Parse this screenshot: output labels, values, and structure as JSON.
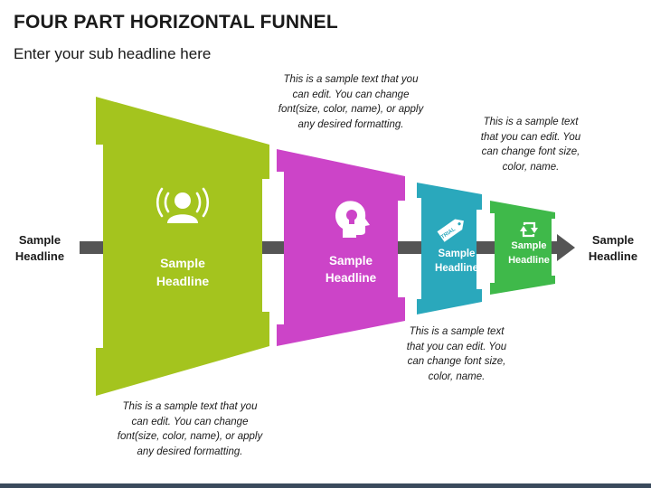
{
  "title": "FOUR PART HORIZONTAL FUNNEL",
  "subtitle": "Enter your sub headline here",
  "left_label": "Sample\nHeadline",
  "right_label": "Sample\nHeadline",
  "stages": [
    {
      "headline": "Sample\nHeadline",
      "color": "#a4c41e",
      "icon": "speaking-person-icon"
    },
    {
      "headline": "Sample\nHeadline",
      "color": "#cc44c8",
      "icon": "head-lightbulb-icon"
    },
    {
      "headline": "Sample\nHeadline",
      "color": "#2aa8bc",
      "icon": "trial-tag-icon",
      "icon_text": "TRIAL"
    },
    {
      "headline": "Sample\nHeadline",
      "color": "#3fb94a",
      "icon": "refresh-arrows-icon"
    }
  ],
  "notes": {
    "top_1": "This is a sample text that you can edit. You can change font(size, color, name), or apply any desired formatting.",
    "top_2": "This is a sample text that you can edit. You can change font size, color, name.",
    "bottom_1": "This is a sample text that you can edit. You can change font(size, color, name), or apply any desired formatting.",
    "bottom_2": "This is a sample text that you can edit. You can change font size, color, name."
  },
  "colors": {
    "arrow": "#555555",
    "footer": "#3a4a5c"
  }
}
